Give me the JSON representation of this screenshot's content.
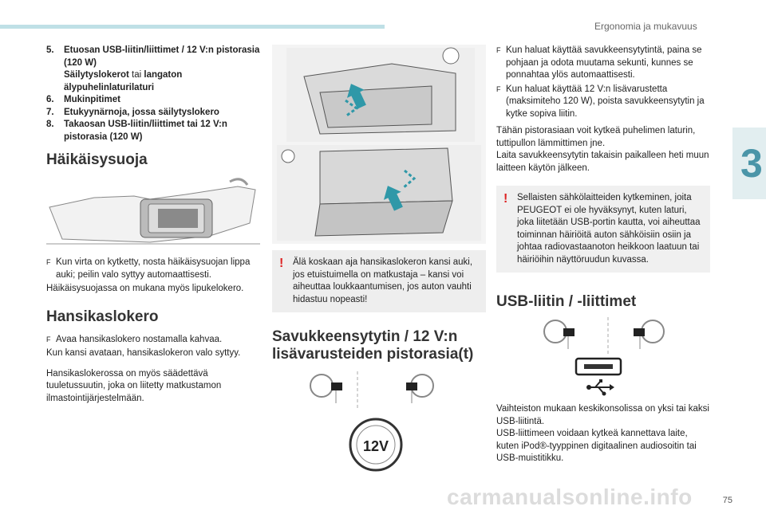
{
  "header": {
    "section_title": "Ergonomia ja mukavuus",
    "chapter_number": "3",
    "page_number": "75"
  },
  "watermark": "carmanualsonline.info",
  "items": [
    {
      "num": "5.",
      "text": "Etuosan USB-liitin/liittimet / 12 V:n pistorasia (120 W)"
    },
    {
      "num": "",
      "text_bold_1": "Säilytyslokerot",
      "text_normal": " tai ",
      "text_bold_2": "langaton älypuhelinlaturilaturi"
    },
    {
      "num": "6.",
      "text": "Mukinpitimet"
    },
    {
      "num": "7.",
      "text": "Etukyynärnoja, jossa säilytyslokero"
    },
    {
      "num": "8.",
      "text": "Takaosan USB-liitin/liittimet tai 12 V:n pistorasia (120 W)"
    }
  ],
  "sun_visor": {
    "title": "Häikäisysuoja",
    "bullet": "Kun virta on kytketty, nosta häikäisysuojan lippa auki; peilin valo syttyy automaattisesti.",
    "para": "Häikäisysuojassa on mukana myös lipukelokero."
  },
  "glovebox": {
    "title": "Hansikaslokero",
    "bullet": "Avaa hansikaslokero nostamalla kahvaa.",
    "para1": "Kun kansi avataan, hansikaslokeron valo syttyy.",
    "para2": "Hansikaslokerossa on myös säädettävä tuuletussuutin, joka on liitetty matkustamon ilmastointijärjestelmään.",
    "warning": "Älä koskaan aja hansikaslokeron kansi auki, jos etuistuimella on matkustaja – kansi voi aiheuttaa loukkaantumisen, jos auton vauhti hidastuu nopeasti!"
  },
  "lighter": {
    "title_line1": "Savukkeensytytin / 12 V:n",
    "title_line2": "lisävarusteiden pistorasia(t)",
    "socket_label": "12V",
    "bullet1": "Kun haluat käyttää savukkeensytytintä, paina se pohjaan ja odota muutama sekunti, kunnes se ponnahtaa ylös automaattisesti.",
    "bullet2": "Kun haluat käyttää 12 V:n lisävarustetta (maksimiteho 120 W), poista savukkeensytytin ja kytke sopiva liitin.",
    "para1": "Tähän pistorasiaan voit kytkeä puhelimen laturin, tuttipullon lämmittimen jne.",
    "para2": "Laita savukkeensytytin takaisin paikalleen heti muun laitteen käytön jälkeen.",
    "warning": "Sellaisten sähkölaitteiden kytkeminen, joita PEUGEOT ei ole hyväksynyt, kuten laturi, joka liitetään USB-portin kautta, voi aiheuttaa toiminnan häiriöitä auton sähköisiin osiin ja johtaa radiovastaanoton heikkoon laatuun tai häiriöihin näyttöruudun kuvassa."
  },
  "usb": {
    "title": "USB-liitin / -liittimet",
    "para1": "Vaihteiston mukaan keskikonsolissa on yksi tai kaksi USB-liitintä.",
    "para2": "USB-liittimeen voidaan kytkeä kannettava laite, kuten iPod®-tyyppinen digitaalinen audiosoitin tai USB-muistitikku."
  },
  "glyphs": {
    "bullet": "F",
    "warning": "!"
  }
}
